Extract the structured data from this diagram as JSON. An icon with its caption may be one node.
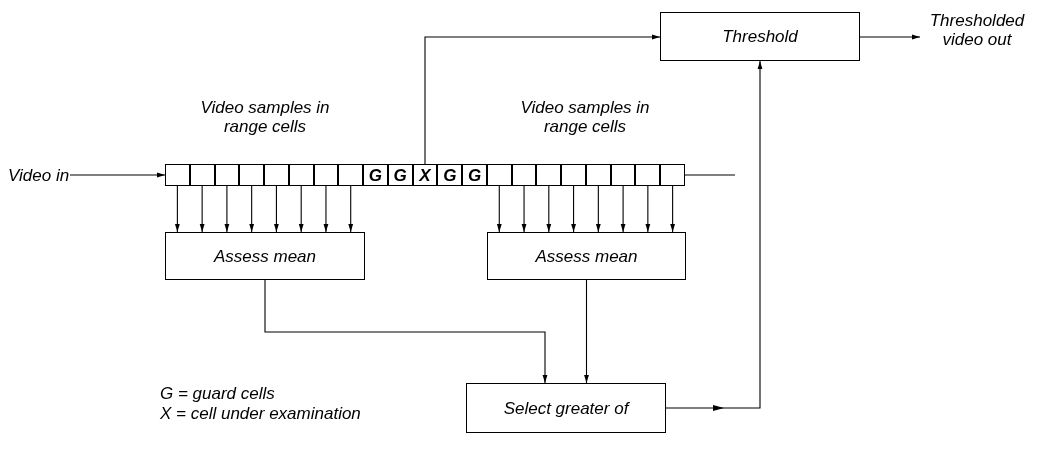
{
  "diagram": {
    "nodes": [
      {
        "text": [
          "Video in"
        ]
      },
      {
        "text": [],
        "shape": "box"
      },
      {
        "text": [],
        "shape": "box"
      },
      {
        "text": [],
        "shape": "box"
      },
      {
        "text": [],
        "shape": "box"
      },
      {
        "text": [],
        "shape": "box"
      },
      {
        "text": [],
        "shape": "box"
      },
      {
        "text": [],
        "shape": "box"
      },
      {
        "text": [],
        "shape": "box"
      },
      {
        "text": [
          "G"
        ]
      },
      {
        "text": [
          "G"
        ]
      },
      {
        "text": [
          "X"
        ]
      },
      {
        "text": [
          "G"
        ]
      },
      {
        "text": [
          "G"
        ]
      },
      {
        "text": [],
        "shape": "box"
      },
      {
        "text": [],
        "shape": "box"
      },
      {
        "text": [],
        "shape": "box"
      },
      {
        "text": [],
        "shape": "box"
      },
      {
        "text": [],
        "shape": "box"
      },
      {
        "text": [],
        "shape": "box"
      },
      {
        "text": [],
        "shape": "box"
      },
      {
        "text": [],
        "shape": "box"
      },
      {
        "text": [
          "Assess mean"
        ]
      },
      {
        "text": [
          "Assess mean"
        ]
      },
      {
        "text": [
          "Select greater of"
        ]
      },
      {
        "text": [
          "Threshold"
        ]
      },
      {
        "text": [
          "Thresholded video out"
        ]
      }
    ],
    "edges": [
      {
        "from": 0,
        "to": 1,
        "arrow": "to"
      },
      {
        "from": 1,
        "to": 22,
        "arrow": "to"
      },
      {
        "from": 2,
        "to": 22,
        "arrow": "to"
      },
      {
        "from": 3,
        "to": 22,
        "arrow": "to"
      },
      {
        "from": 4,
        "to": 22,
        "arrow": "to"
      },
      {
        "from": 5,
        "to": 22,
        "arrow": "to"
      },
      {
        "from": 6,
        "to": 22,
        "arrow": "to"
      },
      {
        "from": 7,
        "to": 22,
        "arrow": "to"
      },
      {
        "from": 8,
        "to": 22,
        "arrow": "to"
      },
      {
        "from": 14,
        "to": 23,
        "arrow": "to"
      },
      {
        "from": 15,
        "to": 23,
        "arrow": "to"
      },
      {
        "from": 16,
        "to": 23,
        "arrow": "to"
      },
      {
        "from": 17,
        "to": 23,
        "arrow": "to"
      },
      {
        "from": 18,
        "to": 23,
        "arrow": "to"
      },
      {
        "from": 19,
        "to": 23,
        "arrow": "to"
      },
      {
        "from": 20,
        "to": 23,
        "arrow": "to"
      },
      {
        "from": 21,
        "to": 23,
        "arrow": "to"
      },
      {
        "from": 21,
        "to": null,
        "arrow": "none"
      },
      {
        "from": 11,
        "to": 25,
        "arrow": "to"
      },
      {
        "from": 22,
        "to": 24,
        "arrow": "to"
      },
      {
        "from": 23,
        "to": 24,
        "arrow": "to"
      },
      {
        "from": 24,
        "to": 25,
        "arrow": "to"
      },
      {
        "from": 25,
        "to": 26,
        "arrow": "to"
      }
    ],
    "labels": [
      "Video samples in range cells",
      "Video samples in range cells",
      "G = guard cells",
      "X = cell under examination"
    ]
  }
}
